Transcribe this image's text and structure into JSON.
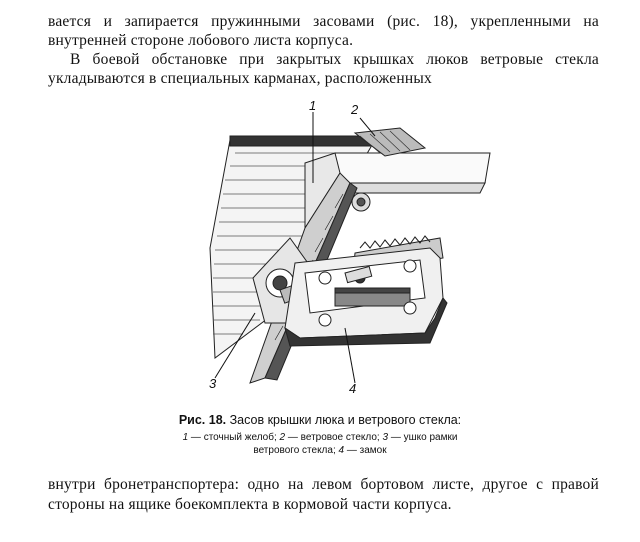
{
  "text": {
    "para1": "вается и запирается пружинными засовами (рис. 18), укрепленными на внутренней стороне лобового листа корпуса.",
    "para2": "В боевой обстановке при закрытых крышках люков ветровые стекла укладываются в специальных карманах, расположенных",
    "para3": "внутри бронетранспортера: одно на левом бортовом листе, другое с правой стороны на ящике боекомплекта в кормовой части корпуса."
  },
  "figure": {
    "callouts": [
      "1",
      "2",
      "3",
      "4"
    ],
    "caption_label": "Рис. 18.",
    "caption_title": "Засов крышки люка и ветрового стекла:",
    "legend_line1": "— сточный желоб; ",
    "legend_line1b": "— ветровое стекло; ",
    "legend_line1c": "— ушко рамки",
    "legend_line2": "ветрового стекла; ",
    "legend_line2b": "— замок",
    "legend_n1": "1",
    "legend_n2": "2",
    "legend_n3": "3",
    "legend_n4": "4"
  }
}
